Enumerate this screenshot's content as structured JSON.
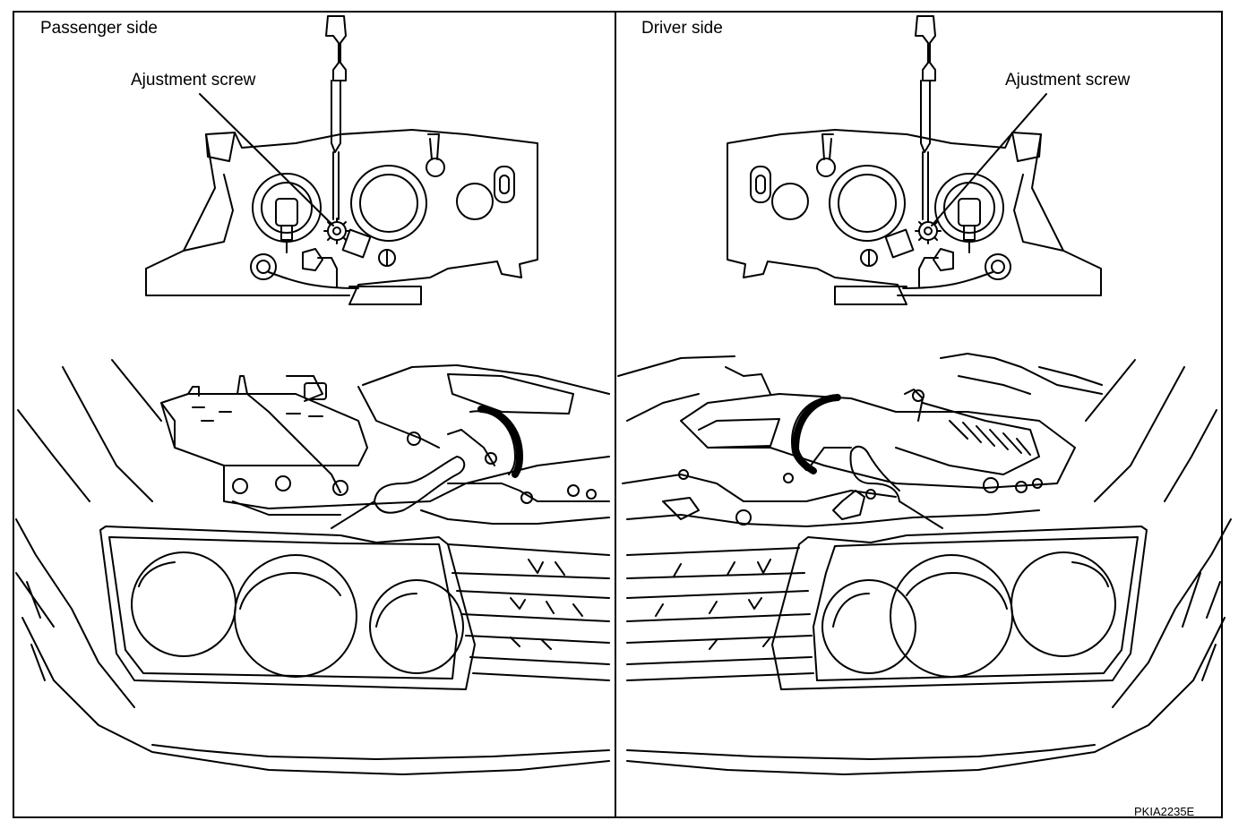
{
  "panels": {
    "left": {
      "side_label": "Passenger side",
      "callout": "Ajustment screw"
    },
    "right": {
      "side_label": "Driver side",
      "callout": "Ajustment screw"
    }
  },
  "figure_code": "PKIA2235E"
}
